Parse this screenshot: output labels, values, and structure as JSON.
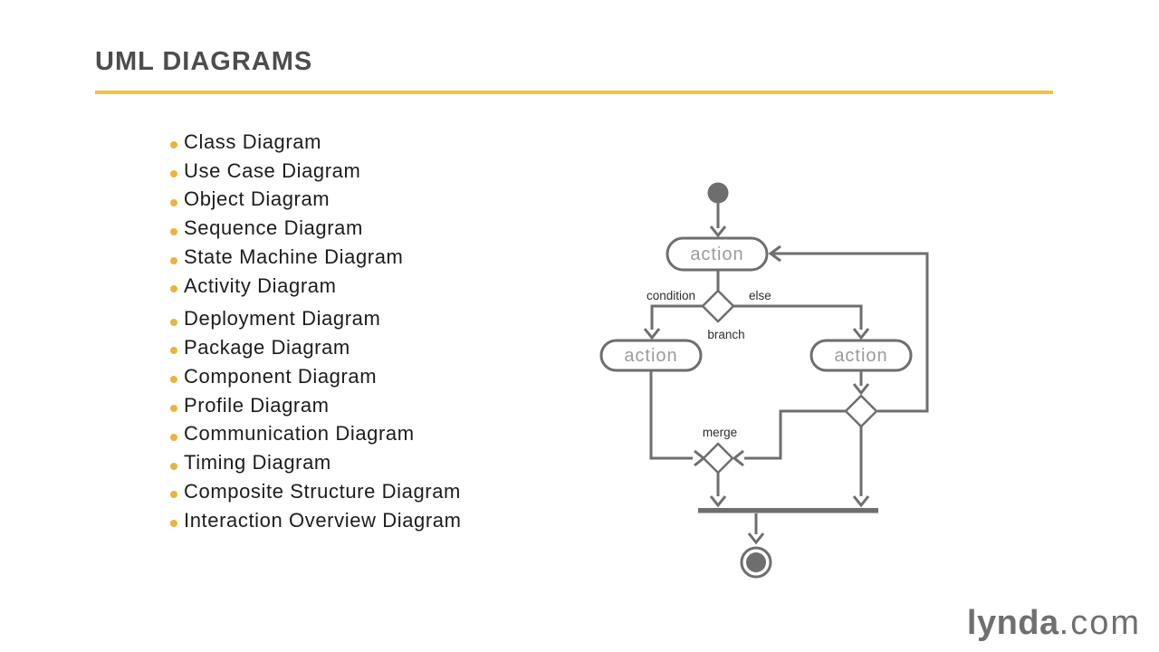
{
  "slide": {
    "title": "UML DIAGRAMS",
    "list": {
      "items": [
        "Class Diagram",
        "Use Case Diagram",
        "Object Diagram",
        "Sequence Diagram",
        "State Machine Diagram",
        "Activity Diagram",
        "Deployment Diagram",
        "Package Diagram",
        "Component Diagram",
        "Profile Diagram",
        "Communication Diagram",
        "Timing Diagram",
        "Composite Structure Diagram",
        "Interaction Overview Diagram"
      ]
    }
  },
  "diagram": {
    "type": "uml-activity-diagram",
    "node_labels": {
      "action_top": "action",
      "action_left": "action",
      "action_right": "action"
    },
    "edge_labels": {
      "condition": "condition",
      "else": "else",
      "branch": "branch",
      "merge": "merge"
    }
  },
  "brand": {
    "name_bold": "lynda",
    "name_suffix": ".com"
  },
  "colors": {
    "accent_rule": "#F1C440",
    "bullet": "#EFB23C",
    "title_text": "#4d4d4d",
    "list_text": "#1c1c1c",
    "diagram_line": "#6e6e6e",
    "diagram_node_text": "#9b9b9b",
    "brand_text": "#6f6f6f"
  }
}
